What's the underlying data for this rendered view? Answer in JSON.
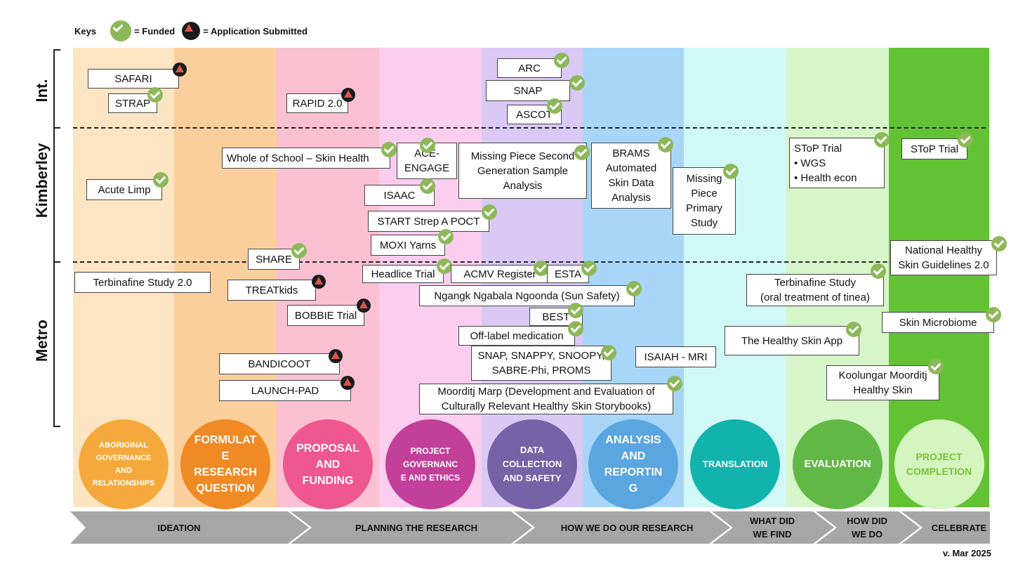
{
  "legend": {
    "title": "Keys",
    "funded": "= Funded",
    "submitted": "= Application Submitted"
  },
  "rows": {
    "international": "Int.",
    "kimberley": "Kimberley",
    "metro": "Metro"
  },
  "version": "v. Mar 2025",
  "phases": [
    {
      "label": "ABORIGINAL\nGOVERNANCE\nAND\nRELATIONSHIPS",
      "bg": "#fde5c3",
      "circle": "#f5a93c"
    },
    {
      "label": "FORMULAT\nE\nRESEARCH\nQUESTION",
      "bg": "#fbcf9c",
      "circle": "#f08a24"
    },
    {
      "label": "PROPOSAL\nAND\nFUNDING",
      "bg": "#fbc0d2",
      "circle": "#ee5790"
    },
    {
      "label": "PROJECT\nGOVERNANC\nE AND ETHICS",
      "bg": "#fbcdee",
      "circle": "#c2409a"
    },
    {
      "label": "DATA\nCOLLECTION\nAND SAFETY",
      "bg": "#d9c9f4",
      "circle": "#7562a7"
    },
    {
      "label": "ANALYSIS\nAND\nREPORTIN\nG",
      "bg": "#a8d6f8",
      "circle": "#5aa6e0"
    },
    {
      "label": "TRANSLATION",
      "bg": "#cff8f6",
      "circle": "#13b3ad"
    },
    {
      "label": "EVALUATION",
      "bg": "#d6f5c8",
      "circle": "#62b845"
    },
    {
      "label": "PROJECT\nCOMPLETION",
      "bg": "#62c234",
      "circle": "#d4f5c0"
    }
  ],
  "stages": [
    "IDEATION",
    "PLANNING THE RESEARCH",
    "HOW WE DO OUR RESEARCH",
    "WHAT DID\nWE FIND",
    "HOW DID\nWE DO",
    "CELEBRATE"
  ],
  "projects": [
    {
      "name": "SAFARI",
      "status": "submitted"
    },
    {
      "name": "STRAP",
      "status": "funded"
    },
    {
      "name": "RAPID 2.0",
      "status": "submitted"
    },
    {
      "name": "ARC",
      "status": "funded"
    },
    {
      "name": "SNAP",
      "status": "funded"
    },
    {
      "name": "ASCOT",
      "status": "funded"
    },
    {
      "name": "Whole of School – Skin Health",
      "status": "funded"
    },
    {
      "name": "ACE-\nENGAGE",
      "status": "funded"
    },
    {
      "name": "Missing Piece Second\nGeneration Sample\nAnalysis",
      "status": "funded"
    },
    {
      "name": "BRAMS\nAutomated\nSkin Data\nAnalysis",
      "status": "funded"
    },
    {
      "name": "Missing\nPiece\nPrimary\nStudy",
      "status": "funded"
    },
    {
      "name": "SToP Trial\n•   WGS\n•   Health econ",
      "status": "funded"
    },
    {
      "name": "SToP Trial",
      "status": "funded"
    },
    {
      "name": "Acute Limp",
      "status": "funded"
    },
    {
      "name": "ISAAC",
      "status": "funded"
    },
    {
      "name": "START Strep A POCT",
      "status": "funded"
    },
    {
      "name": "MOXI Yarns",
      "status": "funded"
    },
    {
      "name": "SHARE",
      "status": "funded"
    },
    {
      "name": "National Healthy\nSkin Guidelines 2.0",
      "status": "funded"
    },
    {
      "name": "Headlice Trial",
      "status": "funded"
    },
    {
      "name": "ACMV Register",
      "status": "funded"
    },
    {
      "name": "ESTA",
      "status": "funded"
    },
    {
      "name": "Terbinafine Study 2.0",
      "status": "none"
    },
    {
      "name": "TREATkids",
      "status": "submitted"
    },
    {
      "name": "Terbinafine Study\n(oral treatment of tinea)",
      "status": "funded"
    },
    {
      "name": "Ngangk Ngabala Ngoonda (Sun Safety)",
      "status": "funded"
    },
    {
      "name": "BOBBIE Trial",
      "status": "submitted"
    },
    {
      "name": "BEST",
      "status": "funded"
    },
    {
      "name": "Skin Microbiome",
      "status": "funded"
    },
    {
      "name": "Off-label medication",
      "status": "funded"
    },
    {
      "name": "The Healthy Skin App",
      "status": "funded"
    },
    {
      "name": "SNAP, SNAPPY, SNOOPY,\nSABRE-Phi, PROMS",
      "status": "funded"
    },
    {
      "name": "ISAIAH - MRI",
      "status": "none"
    },
    {
      "name": "BANDICOOT",
      "status": "submitted"
    },
    {
      "name": "Koolungar Moorditj\nHealthy Skin",
      "status": "funded"
    },
    {
      "name": "Moorditj Marp (Development and Evaluation of\nCulturally Relevant Healthy Skin Storybooks)",
      "status": "funded"
    },
    {
      "name": "LAUNCH-PAD",
      "status": "submitted"
    }
  ]
}
